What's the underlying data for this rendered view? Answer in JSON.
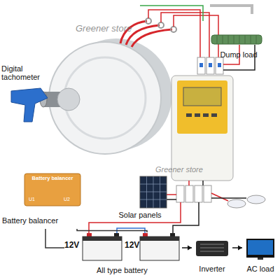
{
  "diagram": {
    "nodes": [
      {
        "text": [
          "Digital tachometer"
        ]
      },
      {
        "text": [
          "Dump load"
        ]
      },
      {
        "text": [
          "Battery balancer",
          "U1",
          "U2",
          "Battery balancer"
        ]
      },
      {
        "text": [
          "Solar panels"
        ]
      },
      {
        "text": [
          "12V"
        ]
      },
      {
        "text": [
          "12V"
        ]
      },
      {
        "text": [
          "Inverter"
        ]
      },
      {
        "text": [
          "AC load"
        ]
      }
    ],
    "edges": [
      {
        "from": 2,
        "to": 4,
        "arrow": "none"
      },
      {
        "from": 2,
        "to": 5,
        "arrow": "none"
      },
      {
        "from": 5,
        "to": 6,
        "arrow": "to"
      },
      {
        "from": 6,
        "to": 7,
        "arrow": "to"
      }
    ],
    "labels": [
      "Greener store",
      "Greener store",
      "All type battery"
    ]
  }
}
